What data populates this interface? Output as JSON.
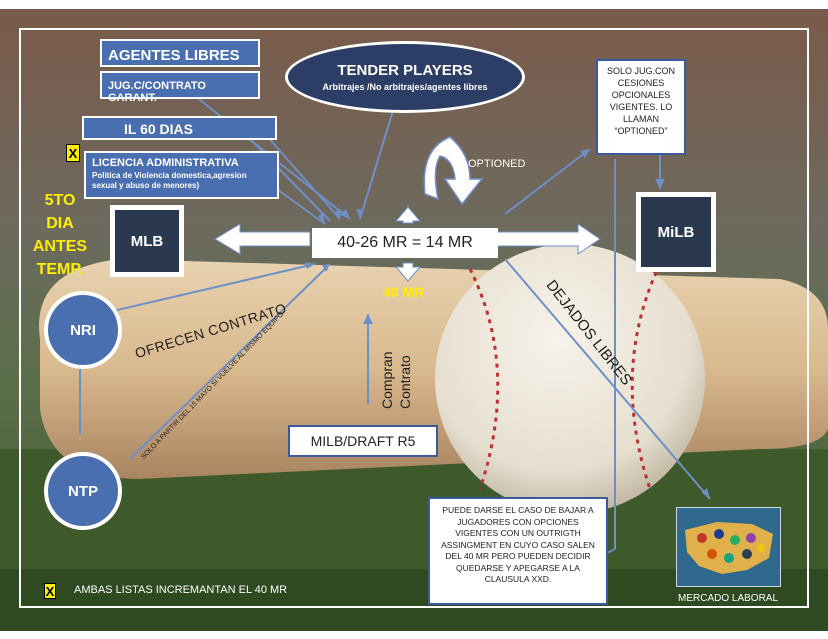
{
  "boxes": {
    "agentes_libres": "AGENTES LIBRES",
    "contrato_garant": "JUG.C/CONTRATO GARANT.",
    "il60": "IL 60 DIAS",
    "licencia_title": "LICENCIA ADMINISTRATIVA",
    "licencia_desc": "Politica de Violencia domestica,agresion sexual  y abuso de menores)",
    "tender_title": "TENDER PLAYERS",
    "tender_sub": "Arbitrajes /No arbitrajes/agentes libres",
    "optioned_note": "SOLO JUG.CON CESIONES OPCIONALES VIGENTES. LO LLAMAN “OPTIONED”",
    "center": "40-26 MR =  14 MR",
    "milb_draft": "MILB/DRAFT R5",
    "outright_note": "PUEDE DARSE EL CASO DE BAJAR A JUGADORES CON OPCIONES VIGENTES CON UN OUTRIGTH ASSINGMENT EN CUYO CASO SALEN DEL 40 MR PERO PUEDEN DECIDIR QUEDARSE Y APEGARSE A LA CLAUSULA XXD."
  },
  "nodes": {
    "mlb": "MLB",
    "milb": "MiLB",
    "nri": "NRI",
    "ntp": "NTP"
  },
  "labels": {
    "optioned": "OPTIONED",
    "forty_mr": "40 MR",
    "quinto_dia": [
      "5TO",
      "DIA",
      "ANTES",
      "TEMP."
    ],
    "ofrecen": "OFRECEN CONTRATO",
    "solo_mayo": "SOLO A PARTIR DEL 15 MAYO  SI VUELVE AL MISMO EQUIPO",
    "compran": [
      "Compran",
      "Contrato"
    ],
    "dejados": "DEJADOS LIBRES",
    "mercado": "MERCADO LABORAL",
    "legend": "AMBAS LISTAS INCREMANTAN EL 40 MR",
    "x_mark": "X"
  },
  "colors": {
    "box_blue": "#4a6fb0",
    "navy": "#2c3e66",
    "yellow": "#ffee00",
    "arrow": "#6f8fc8"
  }
}
